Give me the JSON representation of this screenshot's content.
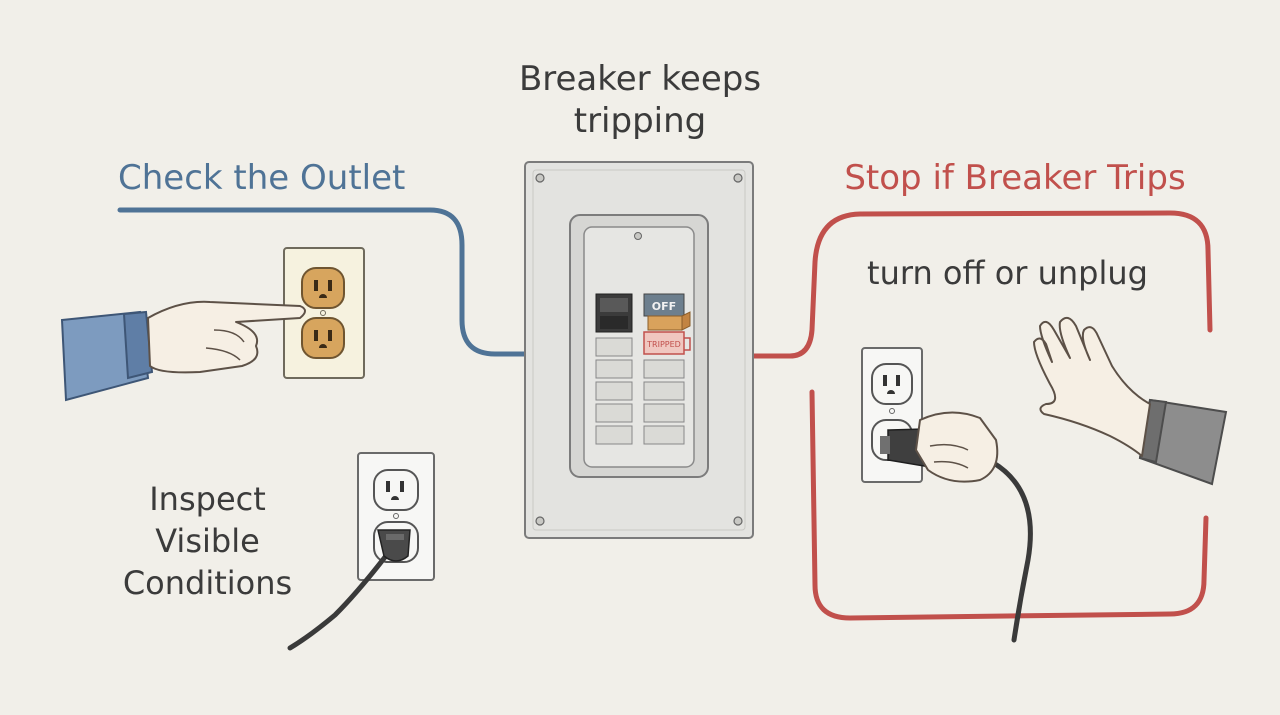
{
  "center": {
    "title_line1": "Breaker keeps",
    "title_line2": "tripping",
    "breaker_off_label": "OFF",
    "breaker_tripped_label": "TRIPPED"
  },
  "left": {
    "title": "Check the Outlet",
    "caption_line1": "Inspect",
    "caption_line2": "Visible",
    "caption_line3": "Conditions"
  },
  "right": {
    "title": "Stop if Breaker Trips",
    "caption": "turn off or unplug"
  },
  "colors": {
    "background": "#f1efe9",
    "left_accent": "#4f7396",
    "right_accent": "#c1504c",
    "text": "#3b3b3b"
  }
}
